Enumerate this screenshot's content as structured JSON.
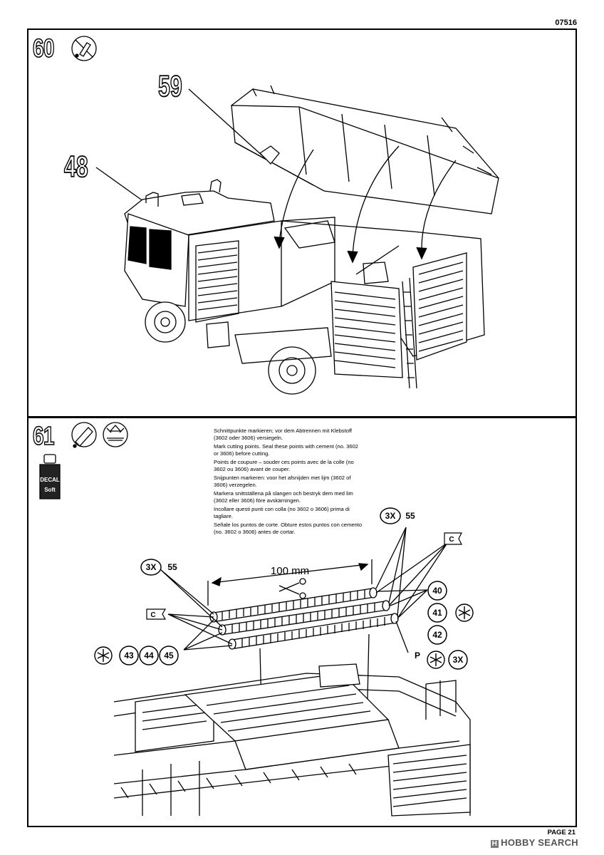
{
  "header": {
    "code": "07516"
  },
  "step60": {
    "number": "60",
    "parts": {
      "roof": "59",
      "cab": "48"
    }
  },
  "step61": {
    "number": "61",
    "decal_label": "DECAL",
    "decal_sub": "Soft",
    "instructions": [
      "Schnittpunkte markieren; vor dem Abtrennen mit Klebstoff (3602 oder 3606) versiegeln.",
      "Mark cutting points. Seal these points with cement (no. 3602 or 3606) before cutting.",
      "Points de coupure – souder ces points avec de la colle (no 3602 ou 3606) avant de couper.",
      "Snijpunten markeren: voor het afsnijden met lijm (3602 of 3606) verzegelen.",
      "Markera snittställena på slangen och bestryk dem med lim (3602 eller 3606) före avskärningen.",
      "Incollare questi punti con colla (no 3602 o 3606) prima di tagliare.",
      "Señale los puntos de corte. Obture estos puntos con cemento (no. 3602 o 3606) antes de cortar."
    ],
    "measure": "100 mm",
    "qty_left": "3X",
    "part_left": "55",
    "qty_right": "3X",
    "part_right": "55",
    "flag_label": "C",
    "right_parts": [
      "40",
      "41",
      "42"
    ],
    "left_parts": [
      "43",
      "44",
      "45"
    ],
    "paint_label": "P",
    "paint_qty": "3X"
  },
  "footer": {
    "page": "PAGE 21",
    "watermark_box": "H",
    "watermark": "HOBBY SEARCH"
  }
}
